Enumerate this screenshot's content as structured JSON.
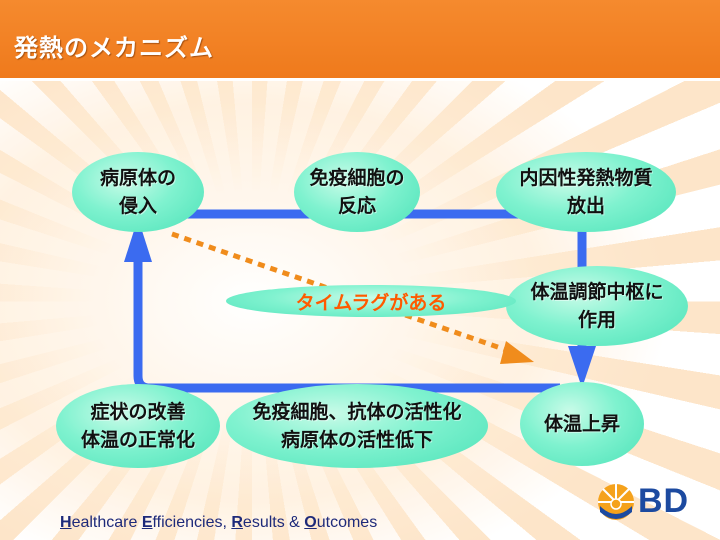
{
  "title": "発熱のメカニズム",
  "nodes": {
    "invasion": "病原体の\n侵入",
    "immune_reaction": "免疫細胞の\n反応",
    "pyrogen_release": "内因性発熱物質\n放出",
    "thermo_center": "体温調節中枢に\n作用",
    "temp_rise": "体温上昇",
    "activation": "免疫細胞、抗体の活性化\n病原体の活性低下",
    "recovery": "症状の改善\n体温の正常化",
    "time_lag": "タイムラグがある"
  },
  "footer": {
    "w1_cap": "H",
    "w1_rest": "ealthcare ",
    "w2_cap": "E",
    "w2_rest": "fficiencies, ",
    "w3_cap": "R",
    "w3_rest": "esults & ",
    "w4_cap": "O",
    "w4_rest": "utcomes"
  },
  "logo": {
    "text": "BD"
  },
  "colors": {
    "title_bar": "#ef7a1c",
    "loop_arrow": "#3b6bf0",
    "node_fill": "#7ff2cf",
    "lag_arrow": "#f08c1c",
    "lag_text": "#ff5a00"
  }
}
